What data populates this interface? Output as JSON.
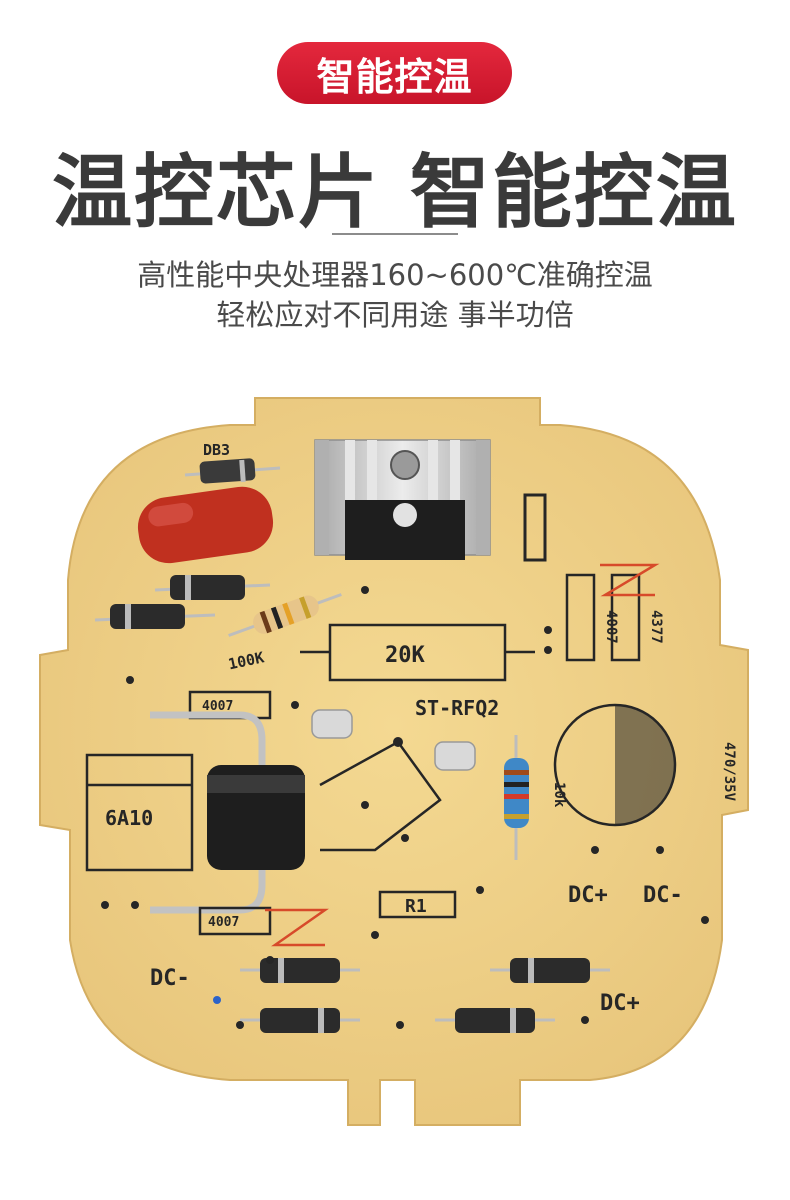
{
  "badge": {
    "label": "智能控温"
  },
  "headline": "温控芯片 智能控温",
  "subtitle": {
    "line1": "高性能中央处理器160~600℃准确控温",
    "line2": "轻松应对不同用途 事半功倍"
  },
  "pcb": {
    "labels": {
      "db3": "DB3",
      "resistor_20k": "20K",
      "board_name": "ST-RFQ2",
      "resistor_100k": "100K",
      "cap_rating": "470/35V",
      "diode_a": "4007",
      "diode_b": "4007",
      "diode_c": "4007",
      "diode_d": "4377",
      "fuse": "6A10",
      "r1": "R1",
      "res_10k": "10k",
      "dc_plus_right": "DC+",
      "dc_minus_right": "DC-",
      "dc_minus_left": "DC-",
      "dc_plus_bottom": "DC+"
    },
    "colors": {
      "board": "#f0d08a",
      "board_edge": "#e0bc74",
      "silkscreen": "#262626",
      "heatsink": "#c9c9c9",
      "capacitor": "#c0301f",
      "resistor_blue": "#3f88c7",
      "diode_body": "#2b2b2b"
    }
  }
}
